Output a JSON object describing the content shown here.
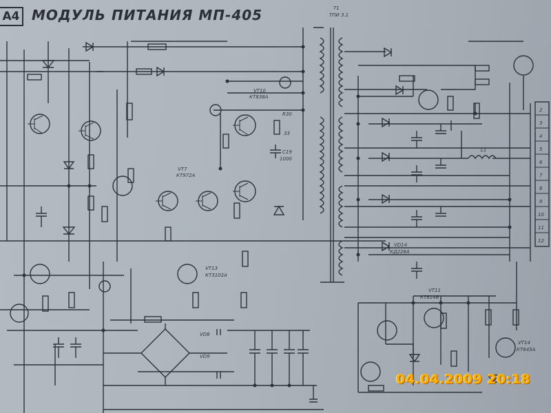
{
  "sheet": {
    "tag": "A4",
    "title": "МОДУЛЬ   ПИТАНИЯ  МП-405"
  },
  "labels": [
    {
      "id": "t1",
      "text": "T1"
    },
    {
      "id": "t1-type",
      "text": "ТПИ 3.1"
    },
    {
      "id": "vt10",
      "text": "VT10"
    },
    {
      "id": "vt10-type",
      "text": "КТ838А"
    },
    {
      "id": "vt11",
      "text": "VT11"
    },
    {
      "id": "vt11-type",
      "text": "КТ814В"
    },
    {
      "id": "vt13",
      "text": "VT13"
    },
    {
      "id": "vt13-type",
      "text": "КТ3102А"
    },
    {
      "id": "vt7",
      "text": "VT7"
    },
    {
      "id": "vt7-type",
      "text": "КТ972А"
    },
    {
      "id": "vt14",
      "text": "VT14"
    },
    {
      "id": "vt14-type",
      "text": "КТ645А"
    },
    {
      "id": "r30",
      "text": "R30"
    },
    {
      "id": "r30-val",
      "text": "33"
    },
    {
      "id": "c19",
      "text": "C19"
    },
    {
      "id": "c19-val",
      "text": "1000"
    },
    {
      "id": "vd8",
      "text": "VD8"
    },
    {
      "id": "vd9",
      "text": "VD9"
    },
    {
      "id": "vd14",
      "text": "VD14"
    },
    {
      "id": "vd14-type",
      "text": "КД226А"
    },
    {
      "id": "l1",
      "text": "L1"
    }
  ],
  "connector": {
    "pins": [
      "2",
      "3",
      "4",
      "5",
      "6",
      "7",
      "8",
      "9",
      "10",
      "11",
      "12"
    ]
  },
  "timestamp": "04.04.2009 20:18"
}
